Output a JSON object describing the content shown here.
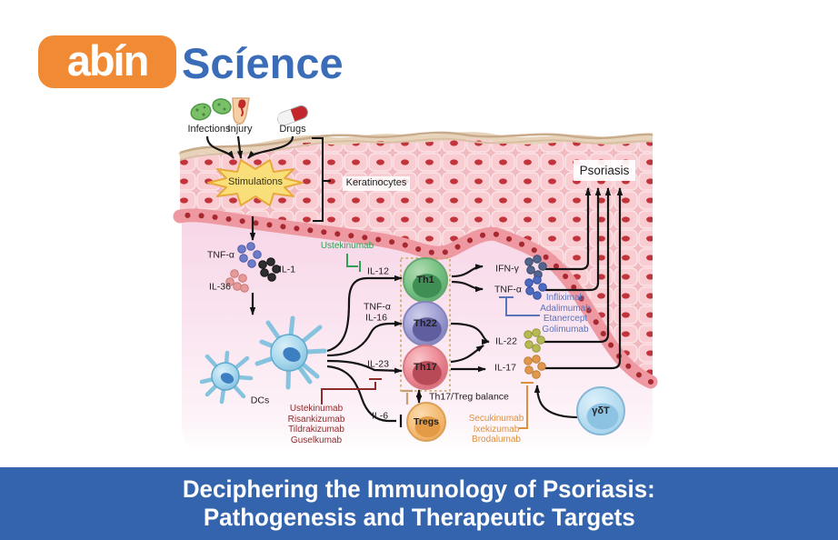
{
  "logo": {
    "part1": "abín",
    "part2": "Scíence",
    "badge_color": "#f18a34",
    "text_color": "#3a6cb8"
  },
  "banner": {
    "line1": "Deciphering the Immunology of Psoriasis:",
    "line2": "Pathogenesis and Therapeutic Targets",
    "bg_color": "#3464ad",
    "text_color": "#ffffff"
  },
  "diagram": {
    "triggers": {
      "infections": "Infections",
      "injury": "Injury",
      "drugs": "Drugs"
    },
    "stimulations_label": "Stimulations",
    "keratinocytes_label": "Keratinocytes",
    "psoriasis_label": "Psoriasis",
    "early_cytokines": {
      "tnfa": "TNF-α",
      "il1": "IL-1",
      "il36": "IL-36",
      "tnfa_dot_color": "#6f7dc8",
      "il1_dot_color": "#2e2e2e",
      "il36_dot_color": "#e79a9a"
    },
    "dcs_label": "DCs",
    "dc_cytokines": {
      "il12": "IL-12",
      "tnfa": "TNF-α",
      "il16": "IL-16",
      "il23": "IL-23",
      "il6": "IL-6"
    },
    "cells": {
      "th1": "Th1",
      "th22": "Th22",
      "th17": "Th17",
      "tregs": "Tregs",
      "gdt": "γδT",
      "th1_color": "#5aaa6a",
      "th22_color": "#8888c4",
      "th17_color": "#e4707e",
      "tregs_color": "#f0aa52",
      "gdt_color": "#9ccde8"
    },
    "effector_cytokines": {
      "ifng": "IFN-γ",
      "tnfa": "TNF-α",
      "il22": "IL-22",
      "il17": "IL-17",
      "ifng_dot_color": "#54648c",
      "tnfa_dot_color": "#4c6ac0",
      "il22_dot_color": "#b6ba52",
      "il17_dot_color": "#e0984e"
    },
    "balance_label": "Th17/Treg balance",
    "drugs_il12": {
      "color": "#2fa055",
      "items": [
        "Ustekinumab"
      ]
    },
    "drugs_tnf": {
      "color": "#5a74bc",
      "items": [
        "Infliximab",
        "Adalimumab",
        "Etanercept",
        "Golimumab"
      ]
    },
    "drugs_il23": {
      "color": "#8e2b2b",
      "items": [
        "Ustekinumab",
        "Risankizumab",
        "Tildrakizumab",
        "Guselkumab"
      ]
    },
    "drugs_il17": {
      "color": "#dd8f3c",
      "items": [
        "Secukinumab",
        "Ixekizumab",
        "Brodalumab"
      ]
    }
  }
}
